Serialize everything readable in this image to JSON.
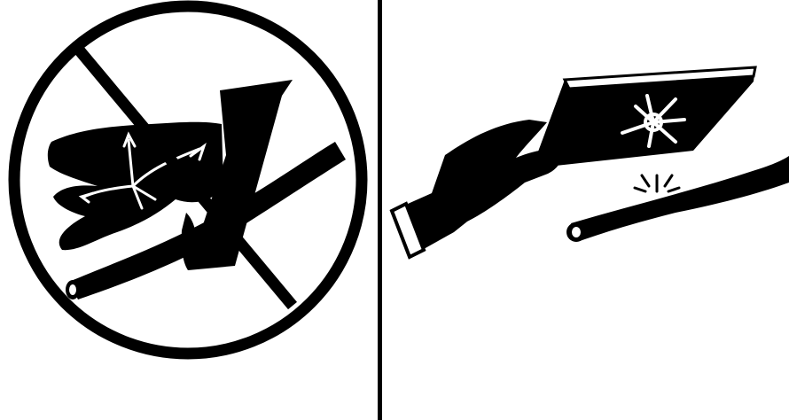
{
  "figure": {
    "panels": [
      {
        "id": "prohibited",
        "symbol": "prohibition-icon",
        "depicts": [
          "hand-icon",
          "card-icon",
          "hose-icon",
          "spray-icon"
        ]
      },
      {
        "id": "recommended",
        "symbol": "none",
        "depicts": [
          "gloved-hand-icon",
          "card-icon",
          "hose-icon",
          "spray-icon"
        ]
      }
    ],
    "colors": {
      "ink": "#000000",
      "paper": "#ffffff"
    }
  }
}
